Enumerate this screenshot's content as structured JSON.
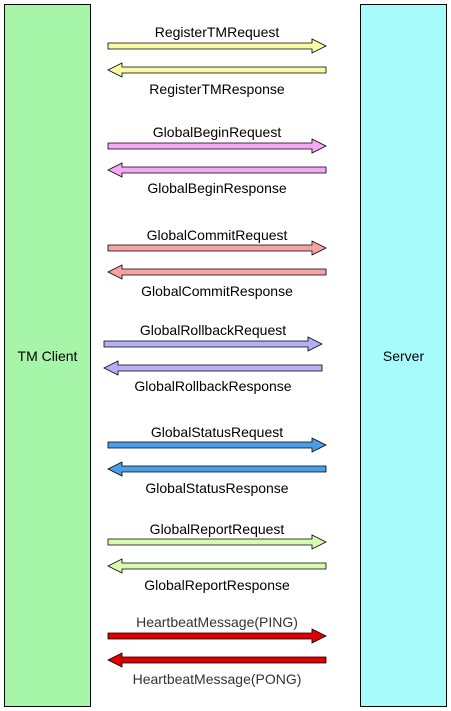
{
  "lanes": {
    "client": "TM Client",
    "server": "Server"
  },
  "messages": [
    {
      "request": "RegisterTMRequest",
      "response": "RegisterTMResponse",
      "color": "#f9f9a8"
    },
    {
      "request": "GlobalBeginRequest",
      "response": "GlobalBeginResponse",
      "color": "#f7a8f4"
    },
    {
      "request": "GlobalCommitRequest",
      "response": "GlobalCommitResponse",
      "color": "#f7a3a3"
    },
    {
      "request": "GlobalRollbackRequest",
      "response": "GlobalRollbackResponse",
      "color": "#b3b0f7"
    },
    {
      "request": "GlobalStatusRequest",
      "response": "GlobalStatusResponse",
      "color": "#4a9ee8"
    },
    {
      "request": "GlobalReportRequest",
      "response": "GlobalReportResponse",
      "color": "#d8fbb0"
    },
    {
      "request": "HeartbeatMessage(PING)",
      "response": "HeartbeatMessage(PONG)",
      "color": "#e00000"
    }
  ]
}
